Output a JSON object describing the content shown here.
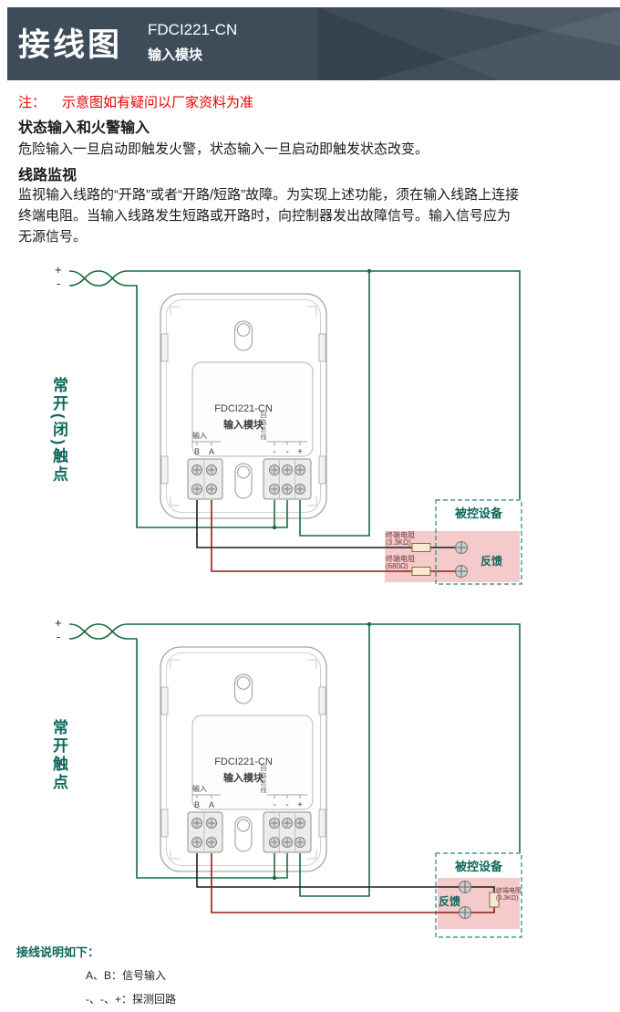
{
  "header": {
    "title": "接线图",
    "model": "FDCI221-CN",
    "module": "输入模块"
  },
  "notes": {
    "note_label": "注：",
    "note_text": "示意图如有疑问以厂家资料为准",
    "heading1": "状态输入和火警输入",
    "para1": "危险输入一旦启动即触发火警，状态输入一旦启动即触发状态改变。",
    "heading2": "线路监视",
    "para2": "监视输入线路的“开路”或者“开路/短路”故障。为实现上述功能，须在输入线路上连接终端电阻。当输入线路发生短路或开路时，向控制器发出故障信号。输入信号应为无源信号。"
  },
  "module": {
    "model": "FDCI221-CN",
    "name": "输入模块",
    "input_label": "输入",
    "term_b": "B",
    "term_a": "A",
    "bus_label": "回路总线",
    "term_m1": "-",
    "term_m2": "-",
    "term_p": "+"
  },
  "diagram1": {
    "plus": "+",
    "minus": "-",
    "side_label": "常开(闭)触点",
    "device_box": {
      "title": "被控设备",
      "feedback": "反馈",
      "res1_name": "终端电阻",
      "res1_value": "(3.3KΩ)",
      "res2_name": "终端电阻",
      "res2_value": "(680Ω)"
    }
  },
  "diagram2": {
    "plus": "+",
    "minus": "-",
    "side_label": "常开触点",
    "device_box": {
      "title": "被控设备",
      "feedback": "反馈",
      "res_name": "终端电阻",
      "res_value": "(3.3KΩ)"
    }
  },
  "footer": {
    "title": "接线说明如下：",
    "line1": "A、B：信号输入",
    "line2": "-、-、+：探测回路"
  },
  "colors": {
    "header_bg": "#3e4c5a",
    "note_red": "#e60000",
    "accent_teal": "#0d675a",
    "wire_green": "#156b3e",
    "wire_black": "#1c1c1c",
    "wire_red": "#8f1d1d",
    "device_box_pink": "#f4caca"
  }
}
